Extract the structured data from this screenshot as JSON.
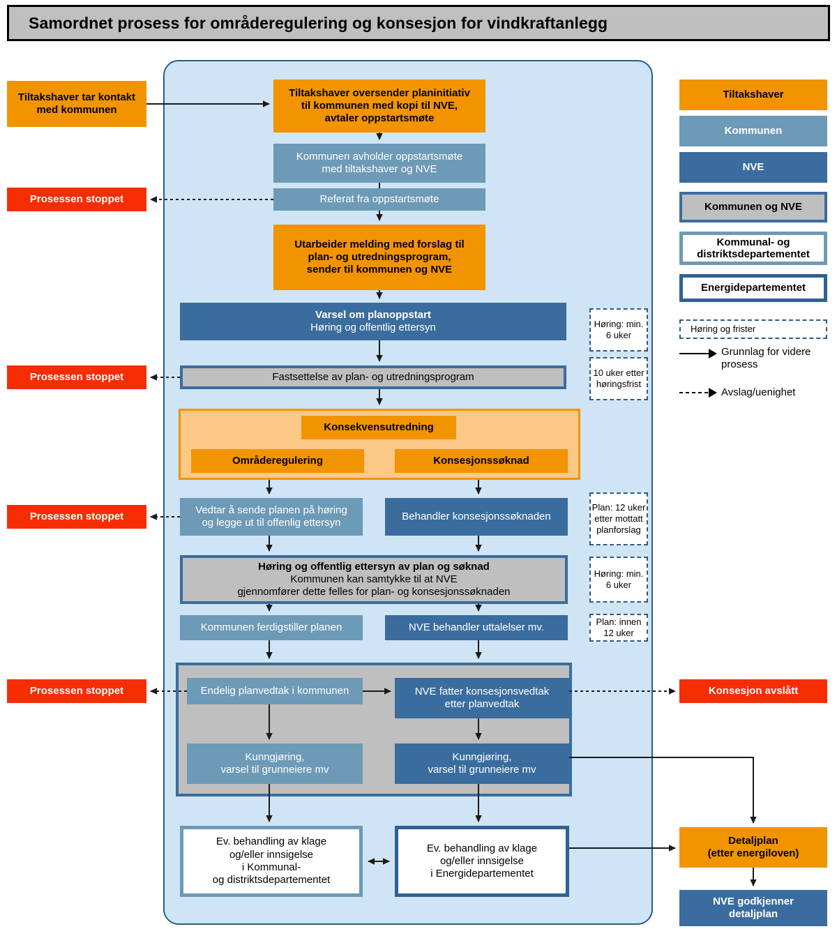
{
  "title": "Samordnet prosess for områderegulering og konsesjon for vindkraftanlegg",
  "chart_data": {
    "type": "diagram",
    "title": "Samordnet prosess for områderegulering og konsesjon for vindkraftanlegg",
    "diagram_kind": "flowchart",
    "lanes": [
      "Tiltakshaver",
      "Kommunen",
      "NVE",
      "Kommunen og NVE",
      "Kommunal- og distriktsdepartementet",
      "Energidepartementet"
    ]
  },
  "left_column": {
    "start": "Tiltakshaver tar kontakt\nmed kommunen",
    "stopped_1": "Prosessen stoppet",
    "stopped_2": "Prosessen stoppet",
    "stopped_3": "Prosessen stoppet",
    "stopped_4": "Prosessen stoppet"
  },
  "flow": {
    "n1": "Tiltakshaver oversender planinitiativ til kommunen med kopi til NVE, avtaler oppstartsmøte",
    "n2": "Kommunen avholder oppstartsmøte med tiltakshaver og NVE",
    "n3": "Referat fra oppstartsmøte",
    "n4": "Utarbeider melding med forslag til plan- og utredningsprogram, sender til kommunen og NVE",
    "n5": "Varsel om planoppstart Høring og offentlig ettersyn",
    "n6": "Fastsettelse av plan- og utredningsprogram",
    "ku_main": "Konsekvensutredning",
    "ku_left": "Områderegulering",
    "ku_right": "Konsesjonssøknad",
    "n7_left": "Vedtar å sende planen på høring og legge ut til offenlig ettersyn",
    "n7_right": "Behandler konsesjonssøknaden",
    "n8": "Høring og offentlig ettersyn av plan og søknad Kommunen kan samtykke til at NVE gjennomfører dette felles for plan- og konsesjonssøknaden",
    "n8_bold": "Høring og offentlig ettersyn av plan og søknad",
    "n8_line2": "Kommunen kan samtykke til at NVE",
    "n8_line3": "gjennomfører dette felles for plan- og konsesjonssøknaden",
    "n9_left": "Kommunen ferdigstiller planen",
    "n9_right": "NVE behandler uttalelser mv.",
    "n10_left": "Endelig planvedtak i kommunen",
    "n10_right": "NVE fatter konsesjonsvedtak etter planvedtak",
    "n11_left": "Kunngjøring,\nvarsel til grunneiere mv",
    "n11_right": "Kunngjøring,\nvarsel til grunneiere mv",
    "n12_left": "Ev. behandling av klage og/eller innsigelse i Kommunal- og distriktsdepartementet",
    "n12_right": "Ev. behandling av klage og/eller innsigelse i Energidepartementet"
  },
  "flow_lines": {
    "n1": [
      "Tiltakshaver oversender planinitiativ",
      "til kommunen med kopi til NVE,",
      "avtaler oppstartsmøte"
    ],
    "n2": [
      "Kommunen avholder oppstartsmøte",
      "med tiltakshaver og NVE"
    ],
    "n4": [
      "Utarbeider melding med forslag til",
      "plan- og utredningsprogram,",
      "sender til kommunen og NVE"
    ],
    "n5": [
      "Varsel om planoppstart",
      "Høring og offentlig ettersyn"
    ],
    "n7_left": [
      "Vedtar å sende planen på høring",
      "og legge ut til offenlig ettersyn"
    ],
    "n10_right": [
      "NVE fatter konsesjonsvedtak",
      "etter planvedtak"
    ],
    "n11": [
      "Kunngjøring,",
      "varsel til grunneiere mv"
    ],
    "n12_left": [
      "Ev. behandling av klage",
      "og/eller innsigelse",
      "i Kommunal-",
      "og distriktsdepartementet"
    ],
    "n12_right": [
      "Ev. behandling av klage",
      "og/eller innsigelse",
      "i Energidepartementet"
    ],
    "start": [
      "Tiltakshaver tar kontakt",
      "med kommunen"
    ],
    "detaljplan": [
      "Detaljplan",
      "(etter energiloven)"
    ],
    "nve_godkjenner": [
      "NVE godkjenner",
      "detaljplan"
    ]
  },
  "notes": {
    "note1": [
      "Høring:",
      "min.",
      "6 uker"
    ],
    "note2": [
      "10 uker",
      "etter",
      "høringsfrist"
    ],
    "note3": [
      "Plan:",
      "12 uker etter",
      "mottatt",
      "planforslag"
    ],
    "note4": [
      "Høring:",
      "min.",
      "6 uker"
    ],
    "note5": [
      "Plan: innen",
      "12 uker"
    ]
  },
  "right_column": {
    "konsesjon_avslatt": "Konsesjon avslått",
    "detaljplan": "Detaljplan (etter energiloven)",
    "nve_godkjenner": "NVE godkjenner detaljplan"
  },
  "legend": {
    "items": [
      {
        "label": "Tiltakshaver",
        "style": "orange"
      },
      {
        "label": "Kommunen",
        "style": "kommunen"
      },
      {
        "label": "NVE",
        "style": "nve"
      },
      {
        "label": "Kommunen og NVE",
        "style": "gray-blue-border"
      },
      {
        "label": "Kommunal- og distriktsdepartementet",
        "style": "white-kommunen-border"
      },
      {
        "label": "Energidepartementet",
        "style": "white-nve-border"
      }
    ],
    "kdd_lines": [
      "Kommunal- og",
      "distriktsdepartementet"
    ],
    "dashed_box": "Høring og frister",
    "arrow_solid": "Grunnlag for videre prosess",
    "arrow_solid_lines": [
      "Grunnlag for videre",
      "prosess"
    ],
    "arrow_dotted": "Avslag/uenighet"
  },
  "colors": {
    "tiltakshaver": "#f29400",
    "kommunen": "#6d9ab6",
    "nve": "#3a6d9e",
    "felles_gray": "#bfbfbf",
    "stopp_red": "#f62d02",
    "container_bg": "#cfe4f4",
    "ku_bg": "#fbc888",
    "title_bg": "#bfbfbf"
  }
}
